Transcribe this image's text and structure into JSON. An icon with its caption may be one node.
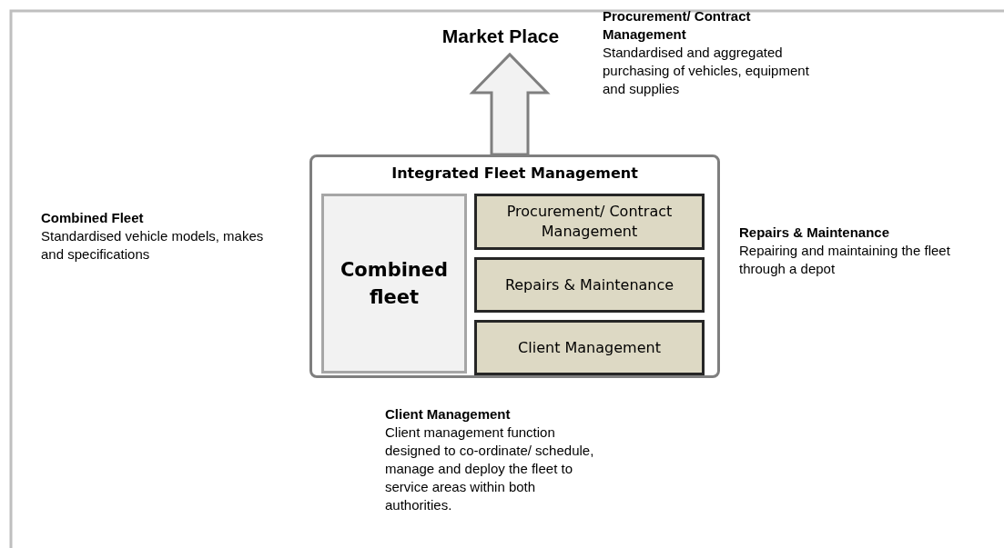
{
  "diagram": {
    "nodes": [
      {
        "text": [
          "Market Place"
        ]
      },
      {
        "text": [
          "Integrated Fleet Management"
        ]
      },
      {
        "text": [
          "Combined fleet"
        ],
        "in": 1
      },
      {
        "text": [
          "Procurement/ Contract Management"
        ],
        "in": 1
      },
      {
        "text": [
          "Repairs & Maintenance"
        ],
        "in": 1
      },
      {
        "text": [
          "Client Management"
        ],
        "in": 1
      }
    ],
    "edges": [
      {
        "from": 1,
        "to": 0,
        "arrow": "to",
        "style": "thick"
      }
    ],
    "labels": [
      "Procurement/ Contract Management",
      "Standardised and aggregated purchasing of vehicles, equipment and supplies",
      "Combined Fleet",
      "Standardised vehicle models, makes and specifications",
      "Repairs & Maintenance",
      "Repairing and maintaining the fleet through a depot",
      "Client Management",
      "Client management function designed to co-ordinate/ schedule, manage and deploy the fleet to service areas within both authorities."
    ]
  }
}
